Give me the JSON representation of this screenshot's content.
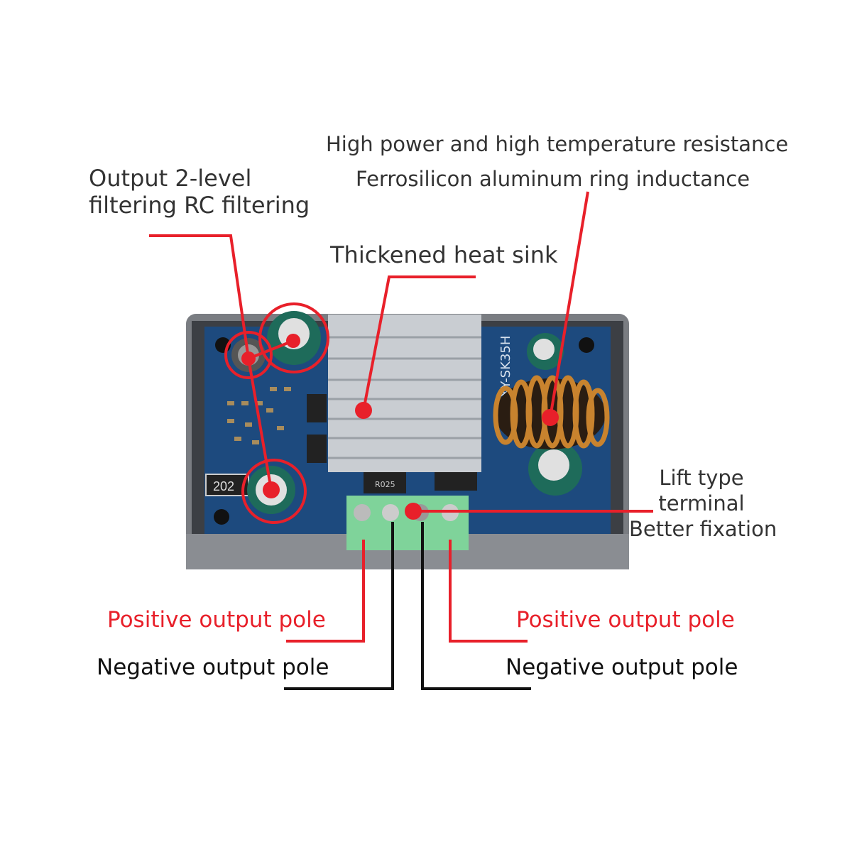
{
  "labels": {
    "high_power": "High power and high temperature resistance",
    "inductance": "Ferrosilicon aluminum ring inductance",
    "output_filter_line1": "Output 2-level",
    "output_filter_line2": "filtering RC filtering",
    "heat_sink": "Thickened heat sink",
    "terminal_line1": "Lift type",
    "terminal_line2": "terminal",
    "terminal_line3": "Better fixation",
    "positive_left": "Positive output pole",
    "negative_left": "Negative output pole",
    "positive_right": "Positive output pole",
    "negative_right": "Negative output pole"
  },
  "board": {
    "model": "XY-SK35H",
    "resistor_code": "202",
    "diode_code": "R025"
  },
  "colors": {
    "callout_red": "#e8202a",
    "pcb_blue": "#1d4a7e",
    "case_gray": "#7a7d82",
    "heatsink": "#c9cdd2",
    "terminal_green": "#7fd39a",
    "inductor_copper": "#c8832e"
  }
}
